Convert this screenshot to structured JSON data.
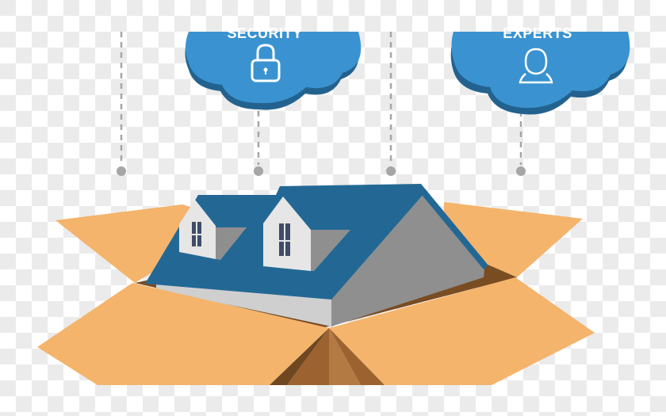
{
  "illustration": {
    "subject": "house in open cardboard box",
    "clouds": [
      {
        "label": "SECURITY",
        "icon": "lock-icon"
      },
      {
        "label": "EXPERTS",
        "icon": "person-icon"
      }
    ],
    "colors": {
      "cloud_top": "#3a93d0",
      "cloud_shadow": "#23628f",
      "roof": "#236895",
      "wall_light": "#cfcfcf",
      "wall_dark": "#8f8f8f",
      "dormer": "#e6e6e6",
      "window": "#3f4d68",
      "box_flap": "#f4b46c",
      "box_inside": "#7a4c22",
      "dash": "#a6a6a6"
    }
  }
}
